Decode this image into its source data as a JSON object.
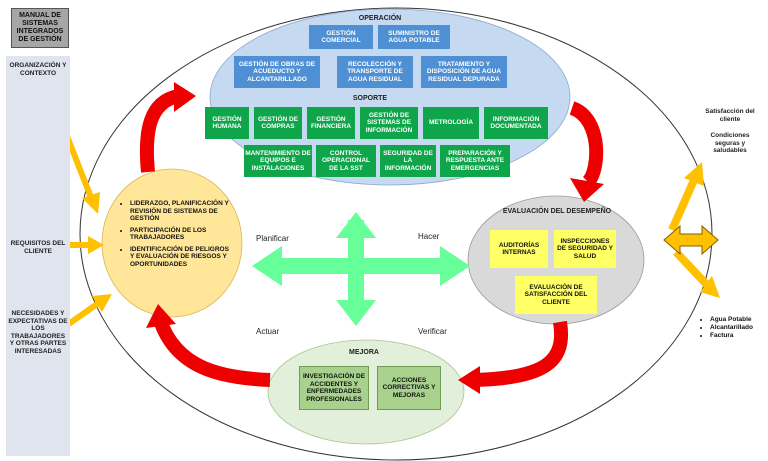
{
  "title": "MANUAL DE SISTEMAS INTEGRADOS DE GESTIÓN",
  "inputs": {
    "org_context": "ORGANIZACIÓN Y CONTEXTO",
    "client_requirements": "REQUISITOS DEL CLIENTE",
    "needs": "NECESIDADES Y EXPECTATIVAS DE LOS TRABAJADORES Y OTRAS PARTES INTERESADAS"
  },
  "operacion": {
    "label": "OPERACIÓN",
    "row1": [
      "GESTIÓN COMERCIAL",
      "SUMINISTRO DE AGUA POTABLE"
    ],
    "row2": [
      "GESTIÓN DE OBRAS DE ACUEDUCTO Y ALCANTARILLADO",
      "RECOLECCIÓN Y TRANSPORTE DE AGUA RESIDUAL",
      "TRATAMIENTO Y DISPOSICIÓN DE AGUA RESIDUAL DEPURADA"
    ]
  },
  "soporte": {
    "label": "SOPORTE",
    "row1": [
      "GESTIÓN HUMANA",
      "GESTIÓN DE COMPRAS",
      "GESTIÓN FINANCIERA",
      "GESTIÓN DE SISTEMAS DE INFORMACIÓN",
      "METROLOGÍA",
      "INFORMACIÓN DOCUMENTADA"
    ],
    "row2": [
      "MANTENIMIENTO DE EQUIPOS E INSTALACIONES",
      "CONTROL OPERACIONAL DE LA SST",
      "SEGURIDAD DE LA INFORMACIÓN",
      "PREPARACIÓN Y RESPUESTA ANTE EMERGENCIAS"
    ]
  },
  "liderazgo": [
    "LIDERAZGO, PLANIFICACIÓN Y REVISIÓN DE SISTEMAS DE GESTIÓN",
    "PARTICIPACIÓN DE LOS TRABAJADORES",
    "IDENTIFICACIÓN DE PELIGROS Y EVALUACIÓN DE RIESGOS Y OPORTUNIDADES"
  ],
  "evaluacion": {
    "label": "EVALUACIÓN DEL DESEMPEÑO",
    "items": [
      "AUDITORÍAS INTERNAS",
      "INSPECCIONES DE SEGURIDAD Y SALUD",
      "EVALUACIÓN DE SATISFACCIÓN DEL CLIENTE"
    ]
  },
  "mejora": {
    "label": "MEJORA",
    "items": [
      "INVESTIGACIÓN DE ACCIDENTES Y ENFERMEDADES PROFESIONALES",
      "ACCIONES CORRECTIVAS Y MEJORAS"
    ]
  },
  "pdca": {
    "plan": "Planificar",
    "do": "Hacer",
    "act": "Actuar",
    "check": "Verificar"
  },
  "outputs": {
    "satisfaction": "Satisfacción del cliente",
    "conditions": "Condiciones seguras y saludables",
    "products": [
      "Agua Potable",
      "Alcantarillado",
      "Factura"
    ]
  },
  "colors": {
    "blue": "#4f8fd4",
    "green": "#0fa54a",
    "yellow": "#ffff66",
    "light_green": "#a9d18e",
    "red_arrow": "#ee0000",
    "orange_arrow": "#ffc000",
    "mint_arrow": "#66ff99"
  }
}
